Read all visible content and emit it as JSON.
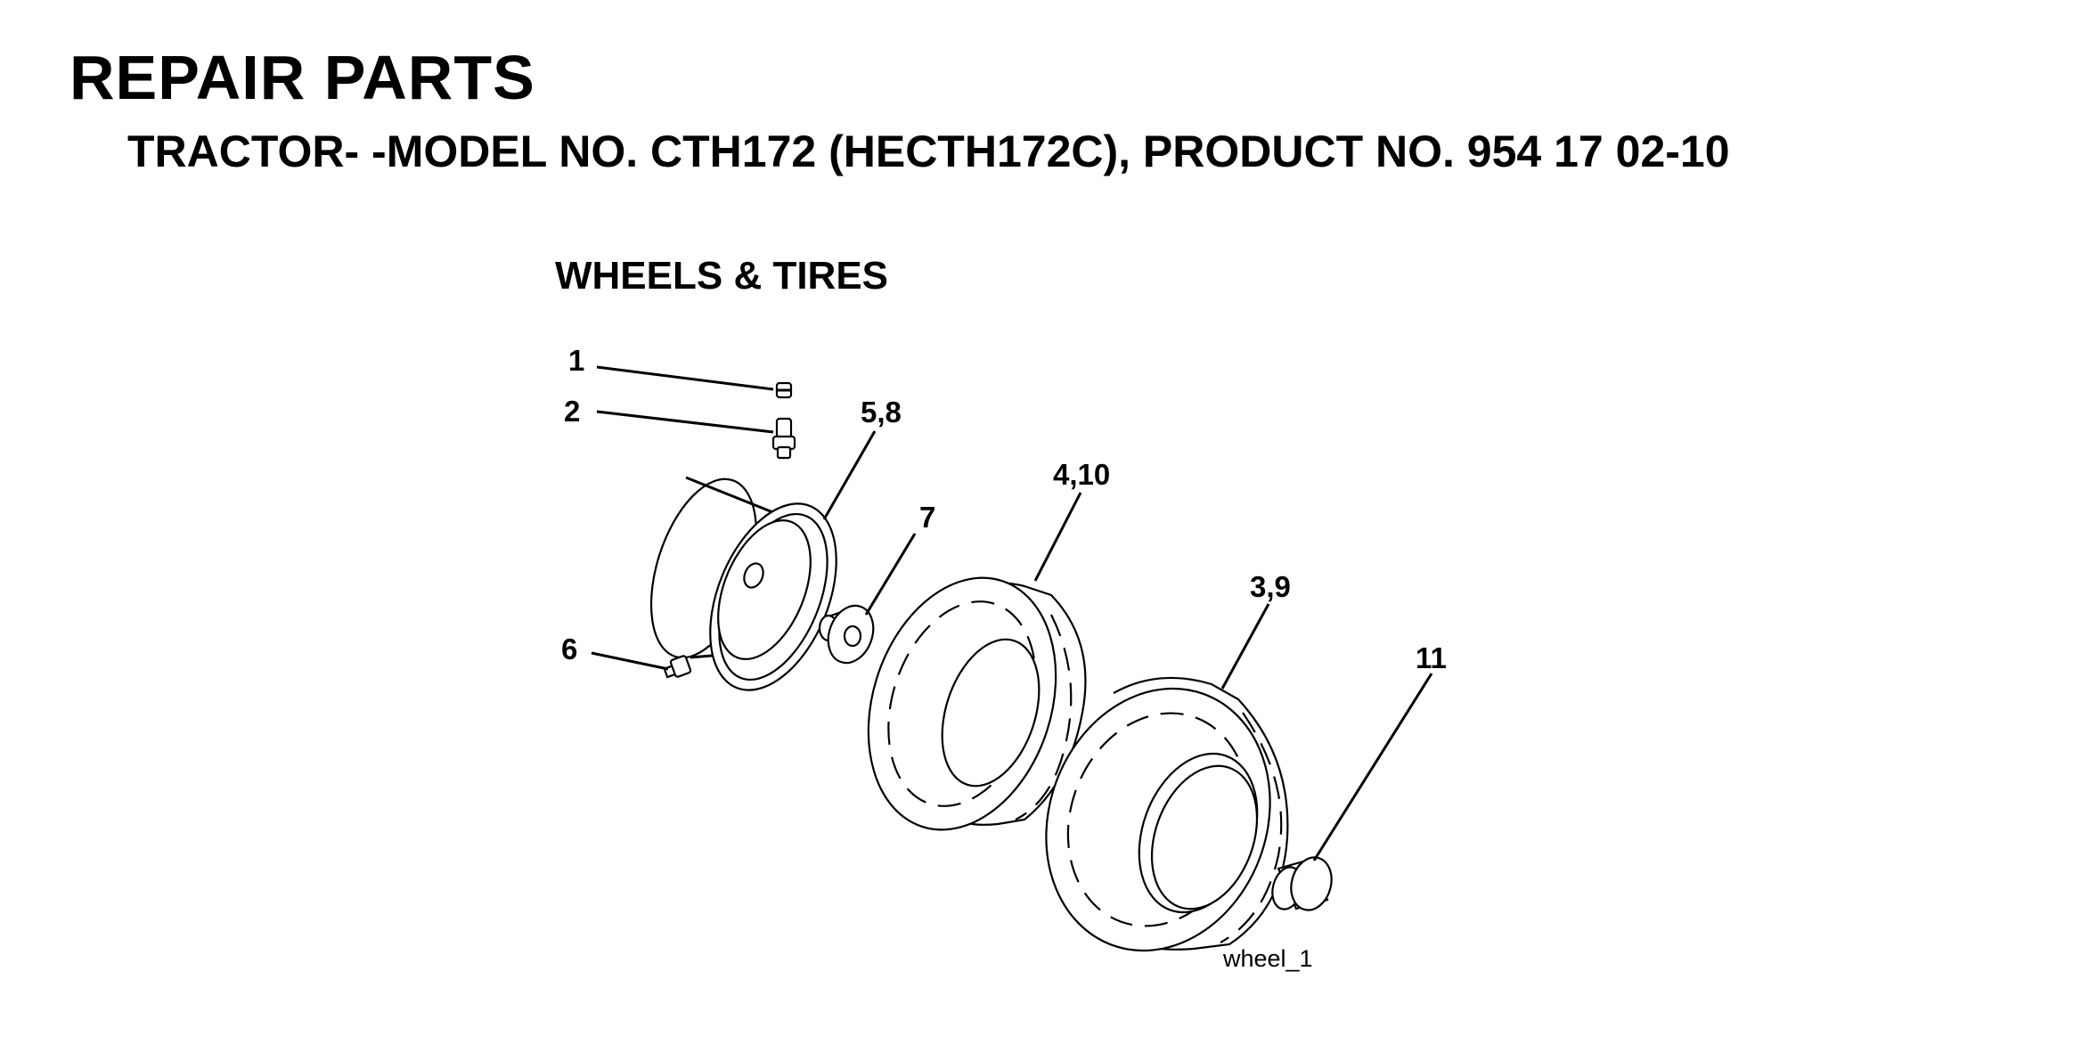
{
  "header": {
    "title": "REPAIR PARTS",
    "subtitle": "TRACTOR- -MODEL NO. CTH172 (HECTH172C), PRODUCT NO. 954 17 02-10"
  },
  "section": {
    "title": "WHEELS & TIRES"
  },
  "callouts": {
    "c1": "1",
    "c2": "2",
    "c58": "5,8",
    "c7": "7",
    "c410": "4,10",
    "c39": "3,9",
    "c6": "6",
    "c11": "11"
  },
  "figure_label": "wheel_1"
}
